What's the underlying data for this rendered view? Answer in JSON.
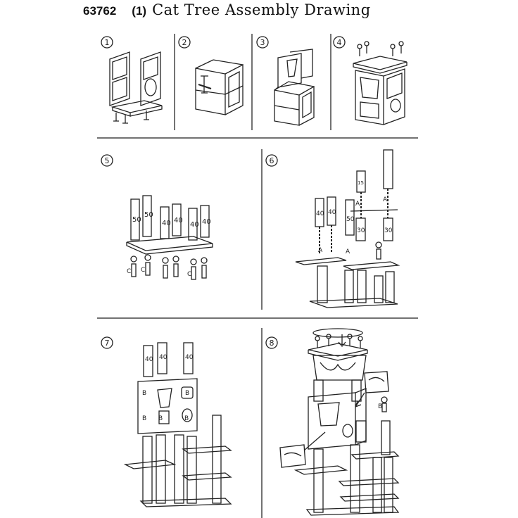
{
  "header": {
    "product_code": "63762",
    "step_label": "(1)",
    "title": "Cat Tree Assembly Drawing"
  },
  "steps": [
    {
      "marker": "1"
    },
    {
      "marker": "2"
    },
    {
      "marker": "3"
    },
    {
      "marker": "4"
    },
    {
      "marker": "5"
    },
    {
      "marker": "6"
    },
    {
      "marker": "7"
    },
    {
      "marker": "8"
    }
  ],
  "labels": {
    "post_50": "50",
    "post_40": "40",
    "post_30": "30",
    "post_15": "15",
    "hw_a": "A",
    "hw_b": "B",
    "hw_c": "C"
  }
}
